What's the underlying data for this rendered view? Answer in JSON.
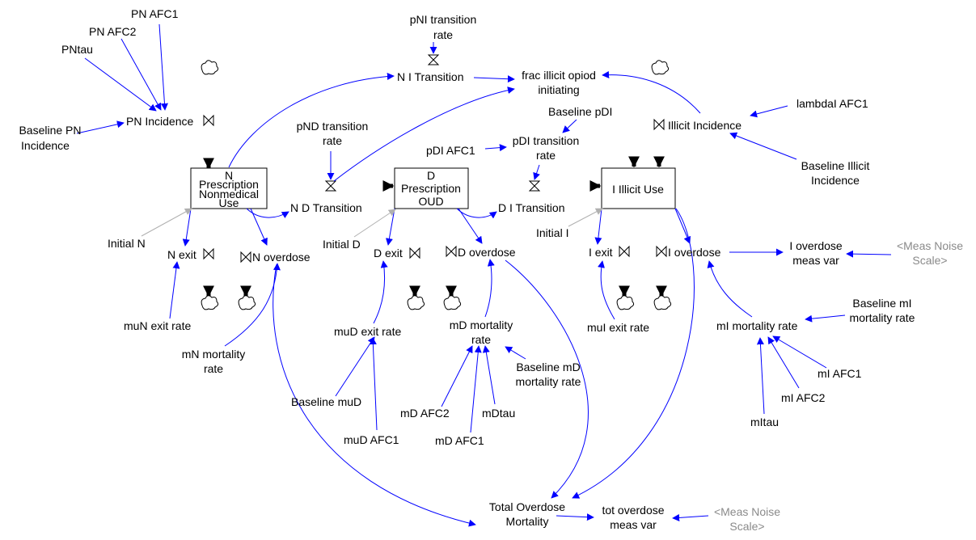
{
  "stocks": {
    "N": [
      "N",
      "Prescription",
      "Nonmedical",
      "Use"
    ],
    "D": [
      "D",
      "Prescription",
      "OUD"
    ],
    "I": [
      "I Illicit Use"
    ]
  },
  "flows": {
    "pn_incidence": "PN Incidence",
    "illicit_incidence": "Illicit Incidence",
    "ni_transition": "N I Transition",
    "nd_transition": "N D Transition",
    "di_transition": "D I Transition",
    "n_exit": "N exit",
    "n_overdose": "N overdose",
    "d_exit": "D exit",
    "d_overdose": "D overdose",
    "i_exit": "I exit",
    "i_overdose": "I overdose"
  },
  "variables": {
    "pn_afc1": "PN AFC1",
    "pn_afc2": "PN AFC2",
    "pntau": "PNtau",
    "baseline_pn_incidence": [
      "Baseline PN",
      "Incidence"
    ],
    "pni_rate": [
      "pNI transition",
      "rate"
    ],
    "frac_illicit": [
      "frac illicit opiod",
      "initiating"
    ],
    "pnd_rate": [
      "pND transition",
      "rate"
    ],
    "baseline_pdi": "Baseline pDI",
    "pdi_afc1": "pDI AFC1",
    "pdi_rate": [
      "pDI transition",
      "rate"
    ],
    "lambdai_afc1": "lambdaI AFC1",
    "baseline_illicit": [
      "Baseline Illicit",
      "Incidence"
    ],
    "initial_n": "Initial N",
    "initial_d": "Initial D",
    "initial_i": "Initial I",
    "mun_exit": "muN exit rate",
    "mn_mortality": [
      "mN mortality",
      "rate"
    ],
    "mud_exit": "muD exit rate",
    "baseline_mud": "Baseline muD",
    "mud_afc1": "muD AFC1",
    "md_mortality": [
      "mD mortality",
      "rate"
    ],
    "baseline_md": [
      "Baseline mD",
      "mortality rate"
    ],
    "md_afc2": "mD AFC2",
    "mdtau": "mDtau",
    "md_afc1": "mD AFC1",
    "mui_exit": "muI exit rate",
    "mi_mortality": "mI mortality rate",
    "baseline_mi": [
      "Baseline mI",
      "mortality rate"
    ],
    "mi_afc1": "mI AFC1",
    "mi_afc2": "mI AFC2",
    "mitau": "mItau",
    "i_overdose_meas": [
      "I overdose",
      "meas var"
    ],
    "meas_noise_1": [
      "<Meas Noise",
      "Scale>"
    ],
    "total_overdose": [
      "Total Overdose",
      "Mortality"
    ],
    "tot_overdose_meas": [
      "tot overdose",
      "meas var"
    ],
    "meas_noise_2": [
      "<Meas Noise",
      "Scale>"
    ]
  },
  "colors": {
    "link": "#0000ff",
    "shadow_link": "#8a8a8a",
    "stock_border": "#000000"
  }
}
